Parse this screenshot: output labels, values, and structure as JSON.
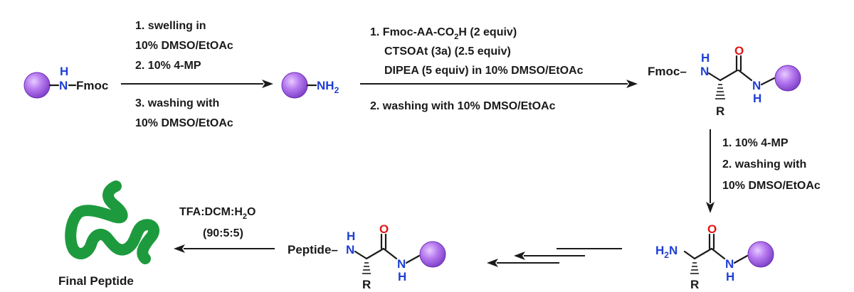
{
  "colors": {
    "resin": "#a35ce6",
    "resin_edge": "#6d2fb3",
    "nitrogen": "#1f3fd6",
    "oxygen": "#e01515",
    "peptide_blob": "#1e9a3e",
    "text": "#1a1a1a"
  },
  "atoms": {
    "N": "N",
    "H": "H",
    "O": "O",
    "R": "R",
    "NH": "NH",
    "sub2": "2",
    "fmoc": "Fmoc",
    "fmoc_dash": "Fmoc–",
    "peptide": "Peptide–",
    "H2N": "H",
    "H2N_sub": "2",
    "H2N_N": "N"
  },
  "step1": {
    "above": [
      "1. swelling in",
      "10% DMSO/EtOAc",
      "2. 10% 4-MP"
    ],
    "below": [
      "3. washing with",
      "10% DMSO/EtOAc"
    ]
  },
  "step2": {
    "above_line1_pre": "1. Fmoc-AA-CO",
    "above_line1_sub": "2",
    "above_line1_post": "H (2 equiv)",
    "above_line2": "CTSOAt (3a) (2.5 equiv)",
    "above_line3": "DIPEA (5 equiv) in 10% DMSO/EtOAc",
    "below": "2. washing with 10% DMSO/EtOAc"
  },
  "step3": {
    "lines": [
      "1. 10% 4-MP",
      "2. washing with",
      "10% DMSO/EtOAc"
    ]
  },
  "step5": {
    "line1_pre": "TFA:DCM:H",
    "line1_sub": "2",
    "line1_post": "O",
    "line2": "(90:5:5)"
  },
  "final_label": "Final Peptide"
}
